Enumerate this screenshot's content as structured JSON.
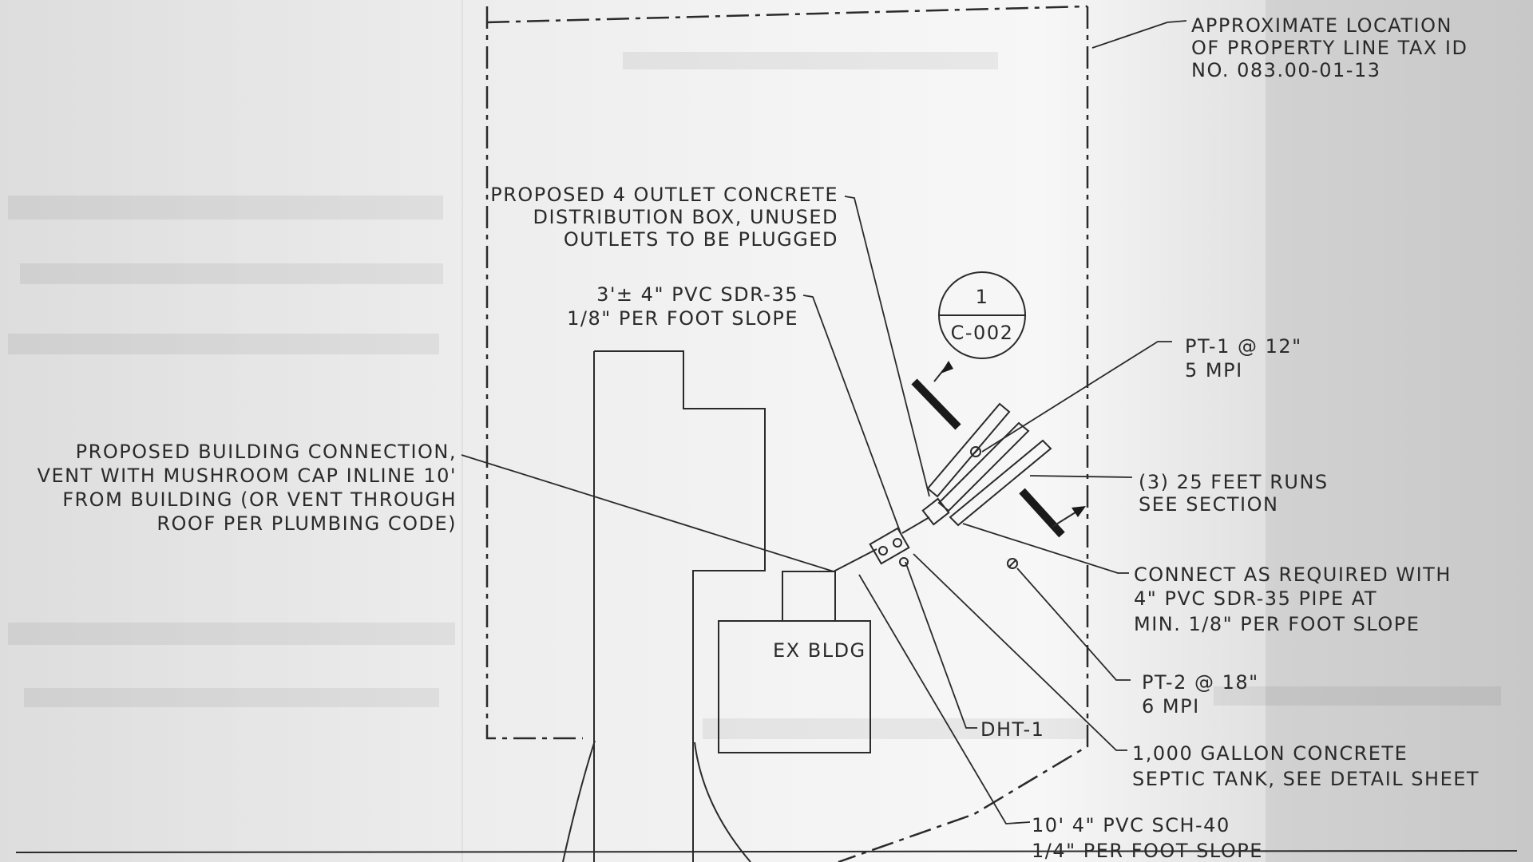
{
  "labels": {
    "property_line": [
      "APPROXIMATE LOCATION",
      "OF PROPERTY LINE TAX ID",
      "NO. 083.00-01-13"
    ],
    "distribution_box": [
      "PROPOSED 4 OUTLET CONCRETE",
      "DISTRIBUTION BOX, UNUSED",
      "OUTLETS TO BE PLUGGED"
    ],
    "pvc_sdr35": [
      "3'± 4\" PVC SDR-35",
      "1/8\" PER FOOT SLOPE"
    ],
    "building_connection": [
      "PROPOSED BUILDING CONNECTION,",
      "VENT WITH MUSHROOM CAP INLINE 10'",
      "FROM BUILDING (OR VENT THROUGH",
      "ROOF PER PLUMBING CODE)"
    ],
    "section_marker": {
      "number": "1",
      "sheet": "C-002"
    },
    "pt1": [
      "PT-1 @ 12\"",
      "5 MPI"
    ],
    "runs": [
      "(3) 25 FEET RUNS",
      "SEE SECTION"
    ],
    "connect": [
      "CONNECT AS REQUIRED WITH",
      "4\" PVC SDR-35 PIPE AT",
      "MIN. 1/8\" PER FOOT SLOPE"
    ],
    "pt2": [
      "PT-2 @ 18\"",
      "6 MPI"
    ],
    "dht": "DHT-1",
    "septic_tank": [
      "1,000 GALLON CONCRETE",
      "SEPTIC TANK, SEE DETAIL SHEET"
    ],
    "pvc_sch40": [
      "10' 4\" PVC SCH-40",
      "1/4\" PER FOOT SLOPE"
    ],
    "existing_building": "EX BLDG"
  },
  "colors": {
    "ink": "#2a2a2a",
    "paper": "#f3f3f3"
  },
  "icons": [
    "section-cut-arrow",
    "percolation-test-symbol",
    "section-callout-circle"
  ]
}
